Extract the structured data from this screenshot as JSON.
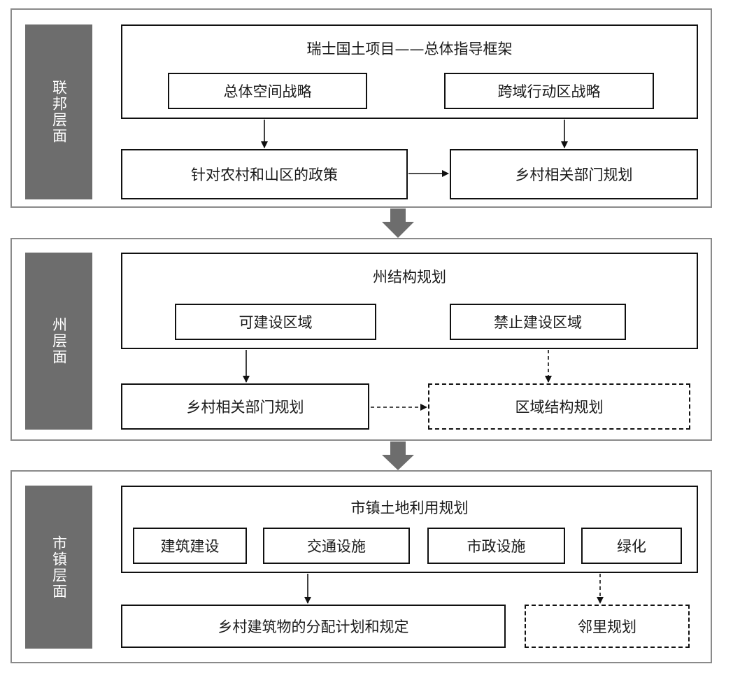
{
  "levels": {
    "federal": {
      "label": "联邦层面",
      "framework_title": "瑞士国土项目——总体指导框架",
      "strategy_left": "总体空间战略",
      "strategy_right": "跨域行动区战略",
      "policy": "针对农村和山区的政策",
      "sector_plan": "乡村相关部门规划"
    },
    "canton": {
      "label": "州层面",
      "structure_title": "州结构规划",
      "buildable": "可建设区域",
      "non_buildable": "禁止建设区域",
      "sector_plan": "乡村相关部门规划",
      "regional_plan": "区域结构规划"
    },
    "municipal": {
      "label": "市镇层面",
      "landuse_title": "市镇土地利用规划",
      "items": [
        "建筑建设",
        "交通设施",
        "市政设施",
        "绿化"
      ],
      "building_rules": "乡村建筑物的分配计划和规定",
      "neighborhood_plan": "邻里规划"
    }
  },
  "colors": {
    "panel_border": "#8a8a8a",
    "level_bg": "#6d6d6d",
    "big_arrow": "#6d6d6d",
    "line": "#111111"
  }
}
